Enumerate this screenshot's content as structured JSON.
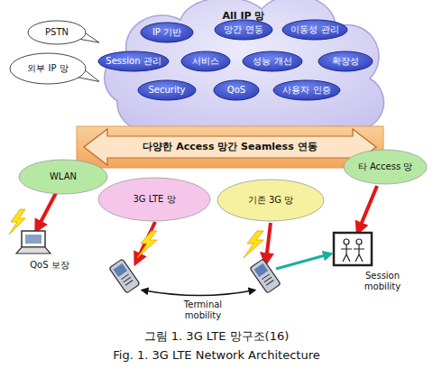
{
  "diagram": {
    "caption": "그림 1. 3G LTE 망구조(16)",
    "nodes": [
      {
        "text": [
          "All IP 망"
        ]
      },
      {
        "text": [
          "IP 기반"
        ],
        "in": 0
      },
      {
        "text": [
          "망간 연동"
        ],
        "in": 0
      },
      {
        "text": [
          "이동성 관리"
        ],
        "in": 0
      },
      {
        "text": [
          "Session 관리"
        ],
        "in": 0
      },
      {
        "text": [
          "서비스"
        ],
        "in": 0
      },
      {
        "text": [
          "성능 개선"
        ],
        "in": 0
      },
      {
        "text": [
          "확장성"
        ],
        "in": 0
      },
      {
        "text": [
          "Security"
        ],
        "in": 0
      },
      {
        "text": [
          "QoS"
        ],
        "in": 0
      },
      {
        "text": [
          "사용자 인증"
        ],
        "in": 0
      },
      {
        "text": [
          "PSTN"
        ]
      },
      {
        "text": [
          "외부 IP 망"
        ]
      },
      {
        "text": [
          "다양한 Access 망간 Seamless 연동"
        ]
      },
      {
        "text": [
          "WLAN"
        ]
      },
      {
        "text": [
          "3G LTE 망"
        ]
      },
      {
        "text": [
          "기존 3G 망"
        ]
      },
      {
        "text": [
          "타 Access 망"
        ]
      }
    ],
    "labels": [
      "QoS 보장",
      "Terminal mobility",
      "Session mobility",
      "Fig. 1. 3G LTE Network Architecture"
    ]
  }
}
